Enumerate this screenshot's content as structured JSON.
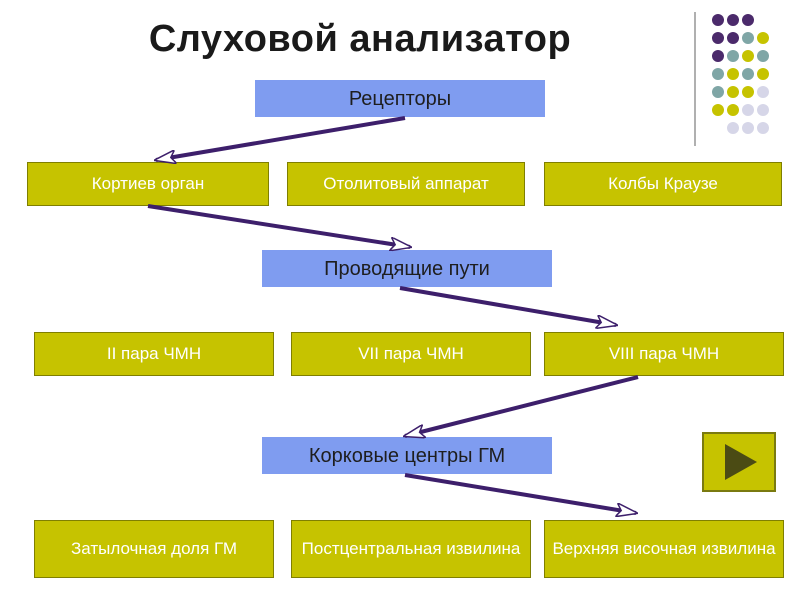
{
  "title": "Слуховой анализатор",
  "sections": [
    {
      "header": "Рецепторы",
      "items": [
        "Кортиев орган",
        "Отолитовый аппарат",
        "Колбы Краузе"
      ]
    },
    {
      "header": "Проводящие пути",
      "items": [
        "II пара ЧМН",
        "VII пара ЧМН",
        "VIII пара ЧМН"
      ]
    },
    {
      "header": "Корковые центры ГМ",
      "items": [
        "Затылочная доля ГМ",
        "Постцентральная извилина",
        "Верхняя височная извилина"
      ]
    }
  ],
  "decor": {
    "dot_colors": [
      "#4b2a6b",
      "#7fa6a6",
      "#c6c300",
      "#d6d6e8"
    ],
    "accent": "#c6c300",
    "arrow_color": "#3d1f6b"
  },
  "play_icon": "play-icon"
}
